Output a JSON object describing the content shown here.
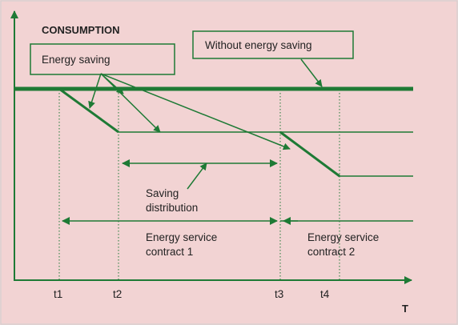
{
  "colors": {
    "background": "#f2d3d3",
    "line": "#1e7a35",
    "axis": "#1e7a35",
    "text": "#222222"
  },
  "y_axis_label": "CONSUMPTION",
  "x_axis_label": "T",
  "time_marks": [
    "t1",
    "t2",
    "t3",
    "t4"
  ],
  "boxes": {
    "energy_saving": "Energy saving",
    "without_saving": "Without energy saving"
  },
  "labels": {
    "saving_distribution": [
      "Saving",
      "distribution"
    ],
    "contract_1": [
      "Energy service",
      "contract 1"
    ],
    "contract_2": [
      "Energy service",
      "contract 2"
    ]
  }
}
